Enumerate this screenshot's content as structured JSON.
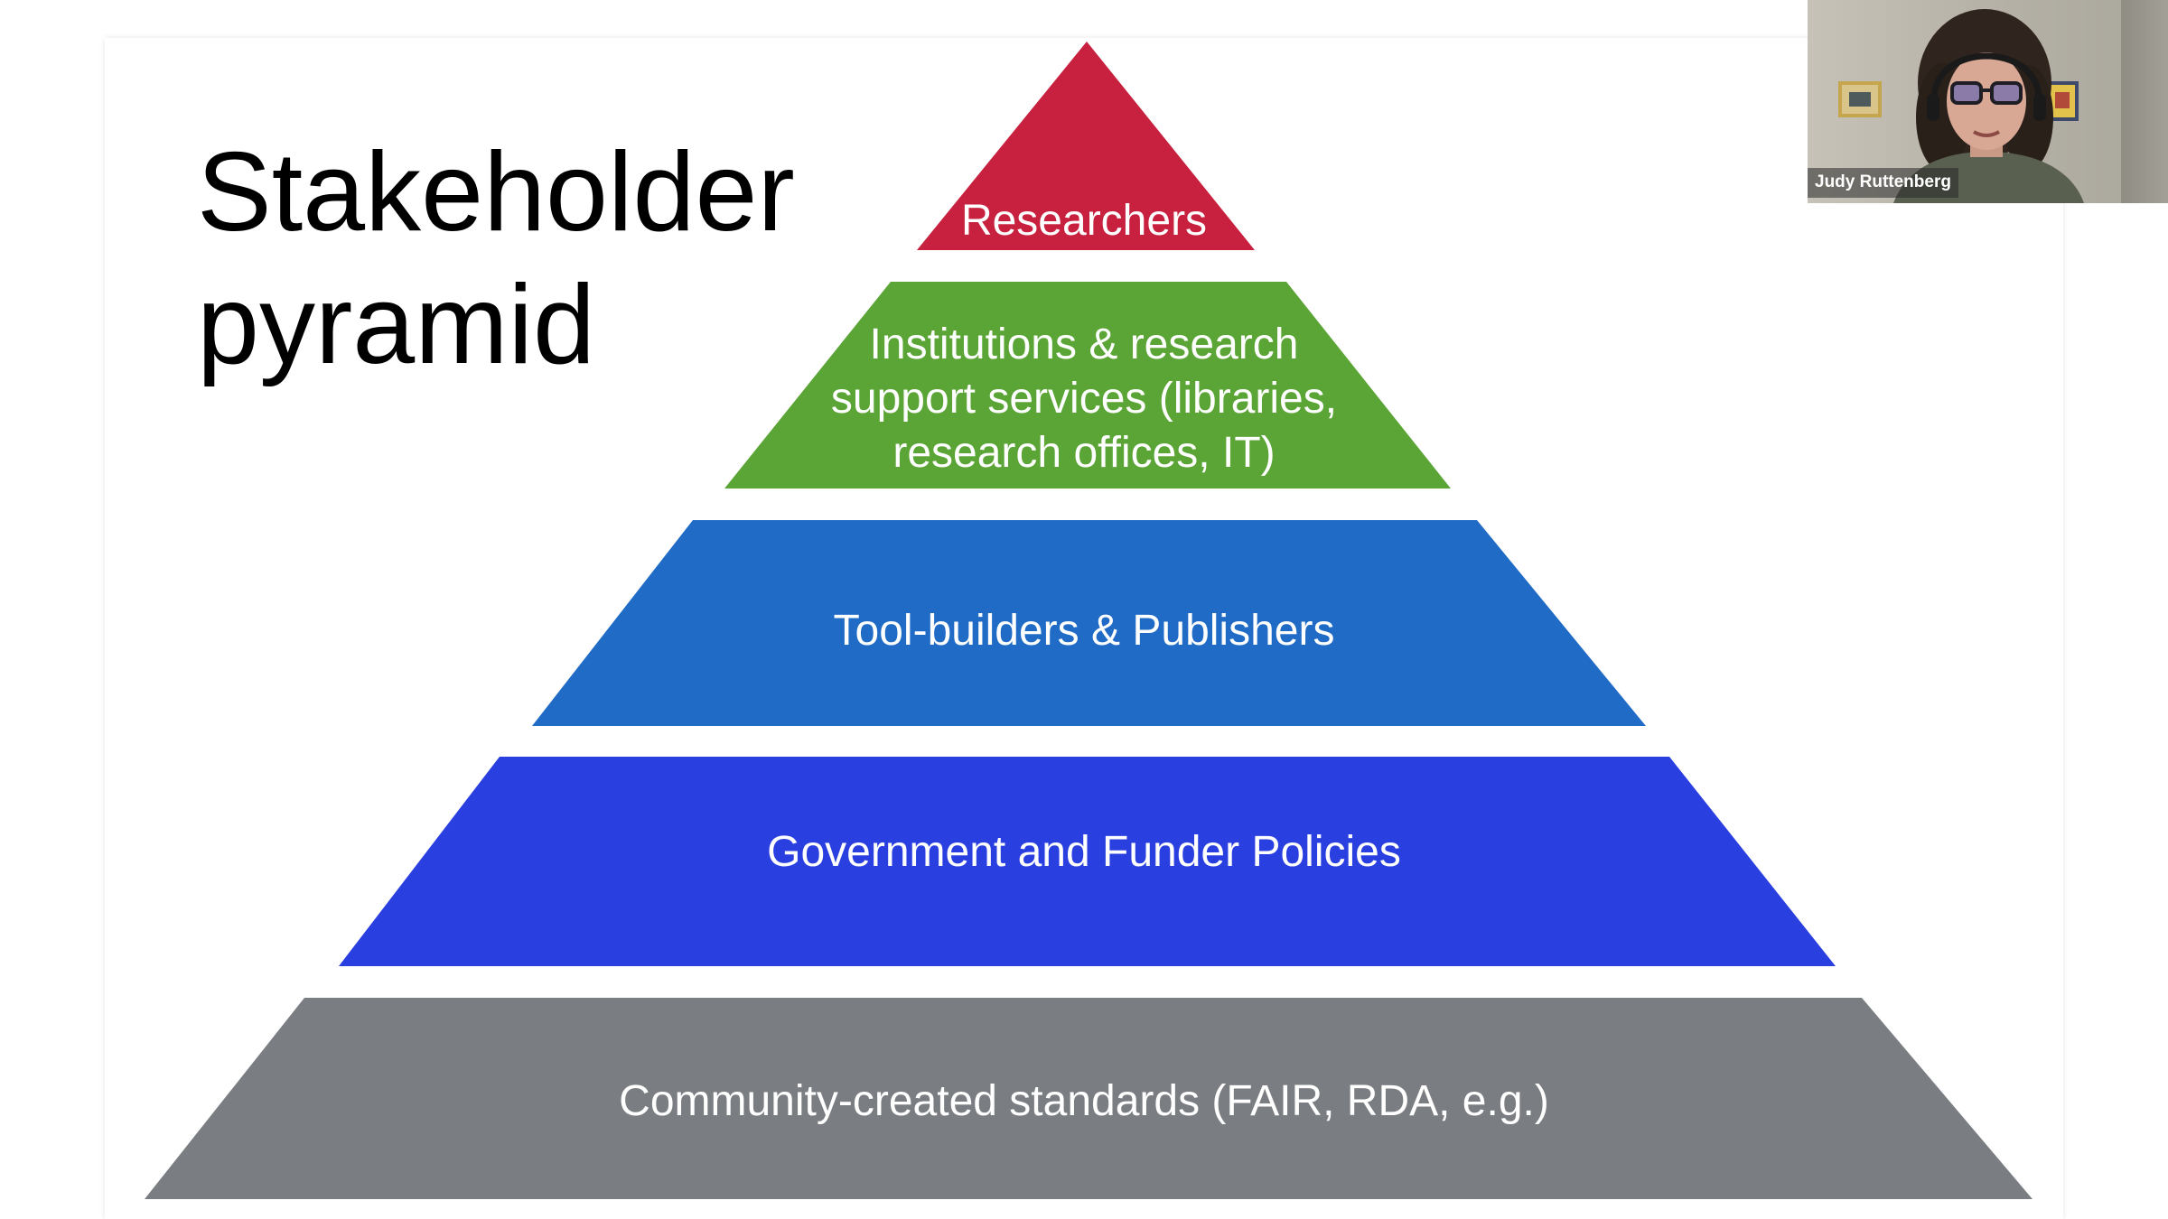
{
  "slide": {
    "title_line1": "Stakeholder",
    "title_line2": "pyramid"
  },
  "pyramid": {
    "tiers": [
      {
        "lines": [
          "Researchers"
        ],
        "color": "#c8213f"
      },
      {
        "lines": [
          "Institutions & research",
          "support services (libraries,",
          "research offices, IT)"
        ],
        "color": "#5aa536"
      },
      {
        "lines": [
          "Tool-builders & Publishers"
        ],
        "color": "#1f6bc6"
      },
      {
        "lines": [
          "Government and Funder Policies"
        ],
        "color": "#2a3fe0"
      },
      {
        "lines": [
          "Community-created standards (FAIR, RDA, e.g.)"
        ],
        "color": "#7a7d82"
      }
    ]
  },
  "video_tile": {
    "participant_name": "Judy Ruttenberg"
  }
}
